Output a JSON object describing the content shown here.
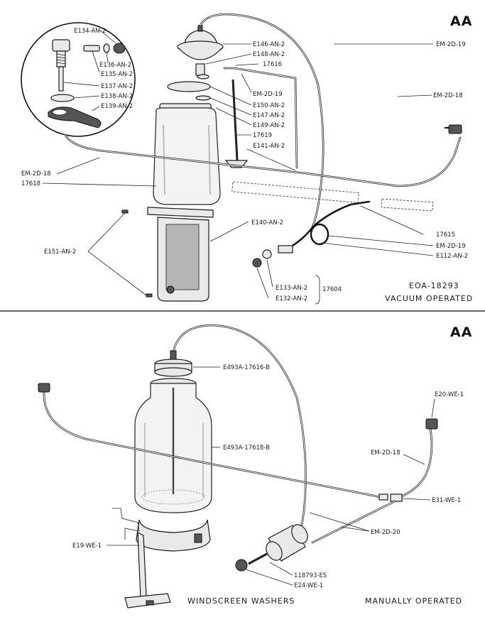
{
  "top": {
    "tag": "AA",
    "code": "EOA-18293",
    "mode": "VACUUM OPERATED",
    "labels": {
      "e134": "E134-AN-2",
      "e136": "E136-AN-2",
      "e135": "E135-AN-2",
      "e137": "E137-AN-2",
      "e138": "E138-AN-2",
      "e139": "E139-AN-2",
      "e146": "E146-AN-2",
      "e148": "E148-AN-2",
      "p17616": "17616",
      "em19a": "EM-2D-19",
      "em19b": "EM-2D-19",
      "e150": "E150-AN-2",
      "e147": "E147-AN-2",
      "e149": "E149-AN-2",
      "p17619": "17619",
      "e141": "E141-AN-2",
      "em18a": "EM-2D-18",
      "em18b": "EM-2D-18",
      "p17618": "17618",
      "e140": "E140-AN-2",
      "e151": "E151-AN-2",
      "p17615": "17615",
      "em19c": "EM-2D-19",
      "e112": "E112-AN-2",
      "e133": "E133-AN-2",
      "e132": "E132-AN-2",
      "p17604": "17604"
    }
  },
  "bottom": {
    "tag": "AA",
    "title": "WINDSCREEN WASHERS",
    "mode": "MANUALLY OPERATED",
    "labels": {
      "cap": "E493A-17616-B",
      "jar": "E493A-17618-B",
      "e20": "E20-WE-1",
      "em18": "EM-2D-18",
      "e31": "E31-WE-1",
      "em20": "EM-2D-20",
      "e19": "E19-WE-1",
      "p118793": "118793-ES",
      "e24": "E24-WE-1"
    }
  }
}
